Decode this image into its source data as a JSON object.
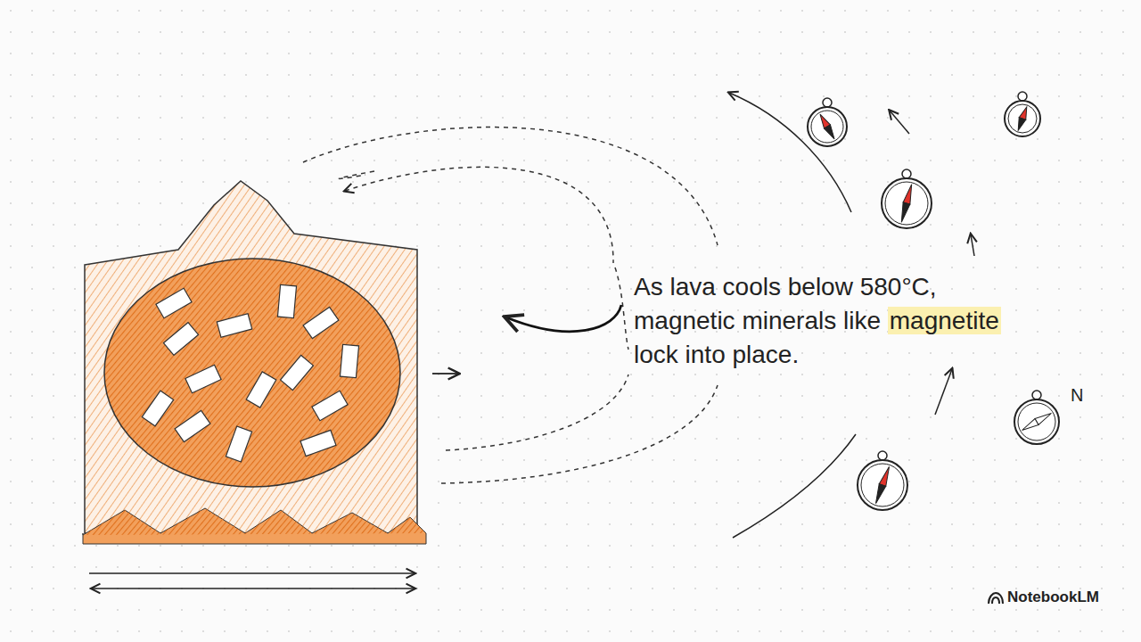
{
  "diagram": {
    "labels": [
      "As lava cools below 580°C, magnetic minerals like",
      "magnetite",
      "lock into place.",
      "N",
      "NotebookLM"
    ]
  }
}
